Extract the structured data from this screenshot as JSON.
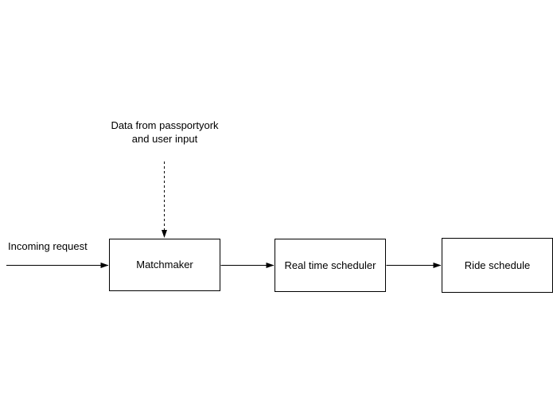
{
  "diagram": {
    "nodes": [
      {
        "id": "matchmaker",
        "label": "Matchmaker"
      },
      {
        "id": "real-time-scheduler",
        "label": "Real time scheduler"
      },
      {
        "id": "ride-schedule",
        "label": "Ride schedule"
      }
    ],
    "labels": {
      "incoming_request": "Incoming request",
      "data_source": "Data from passportyork\nand user input"
    },
    "edges": [
      {
        "id": "incoming-to-matchmaker",
        "style": "solid-arrow"
      },
      {
        "id": "data-source-to-matchmaker",
        "style": "dashed-arrow"
      },
      {
        "id": "matchmaker-to-real-time-scheduler",
        "style": "solid-arrow"
      },
      {
        "id": "real-time-scheduler-to-ride-schedule",
        "style": "solid-arrow"
      }
    ],
    "colors": {
      "stroke": "#000000",
      "text": "#000000",
      "node_fill": "#ffffff",
      "background": "#ffffff"
    }
  }
}
